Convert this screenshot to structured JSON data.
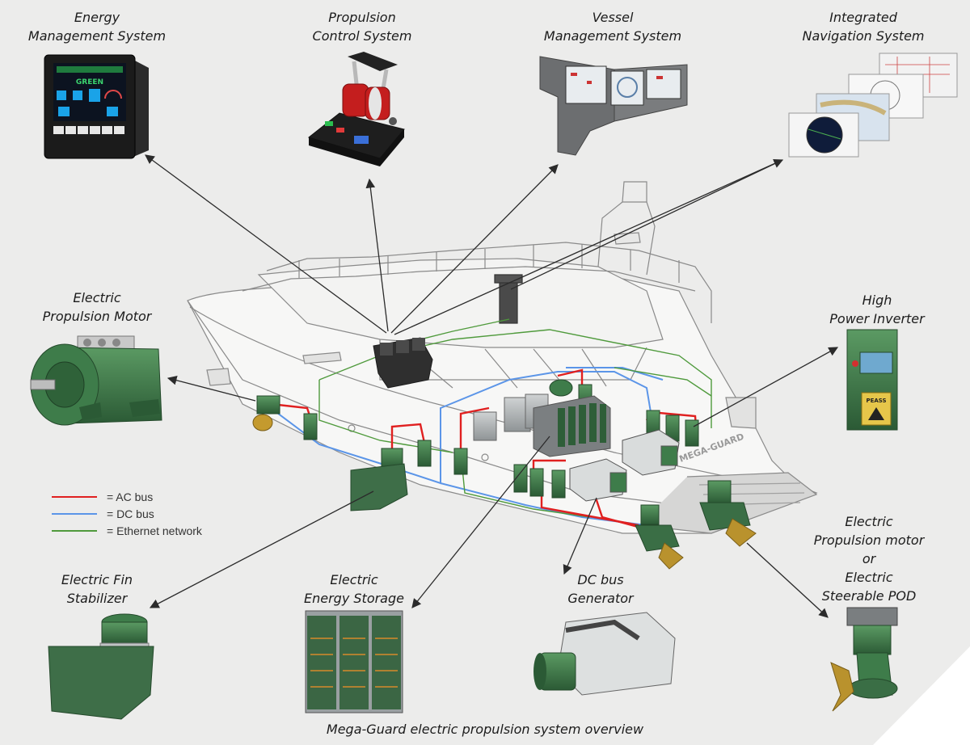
{
  "labels": {
    "energy_management": [
      "Energy",
      "Management System"
    ],
    "propulsion_control": [
      "Propulsion",
      "Control System"
    ],
    "vessel_management": [
      "Vessel",
      "Management System"
    ],
    "integrated_navigation": [
      "Integrated",
      "Navigation System"
    ],
    "electric_propulsion_motor": [
      "Electric",
      "Propulsion Motor"
    ],
    "high_power_inverter": [
      "High",
      "Power Inverter"
    ],
    "electric_fin_stabilizer": [
      "Electric Fin",
      "Stabilizer"
    ],
    "electric_energy_storage": [
      "Electric",
      "Energy Storage"
    ],
    "dc_bus_generator": [
      "DC bus",
      "Generator"
    ],
    "propulsion_or_pod": [
      "Electric",
      "Propulsion motor",
      "or",
      "Electric",
      "Steerable POD"
    ]
  },
  "ems_screen_text": "GREEN",
  "hull_text": "MEGA-GUARD",
  "inverter_brand": "PEASS",
  "legend": [
    {
      "label": "= AC bus",
      "color": "#e02020"
    },
    {
      "label": "= DC bus",
      "color": "#5b95e8"
    },
    {
      "label": "= Ethernet network",
      "color": "#4f9a3c"
    }
  ],
  "caption": "Mega-Guard electric propulsion system overview",
  "colors": {
    "component_green": "#3e7c4a",
    "component_green_dark": "#2b5a35",
    "bronze": "#b9922d",
    "arrow": "#2b2b2b",
    "hull_line": "#8a8a8a"
  }
}
